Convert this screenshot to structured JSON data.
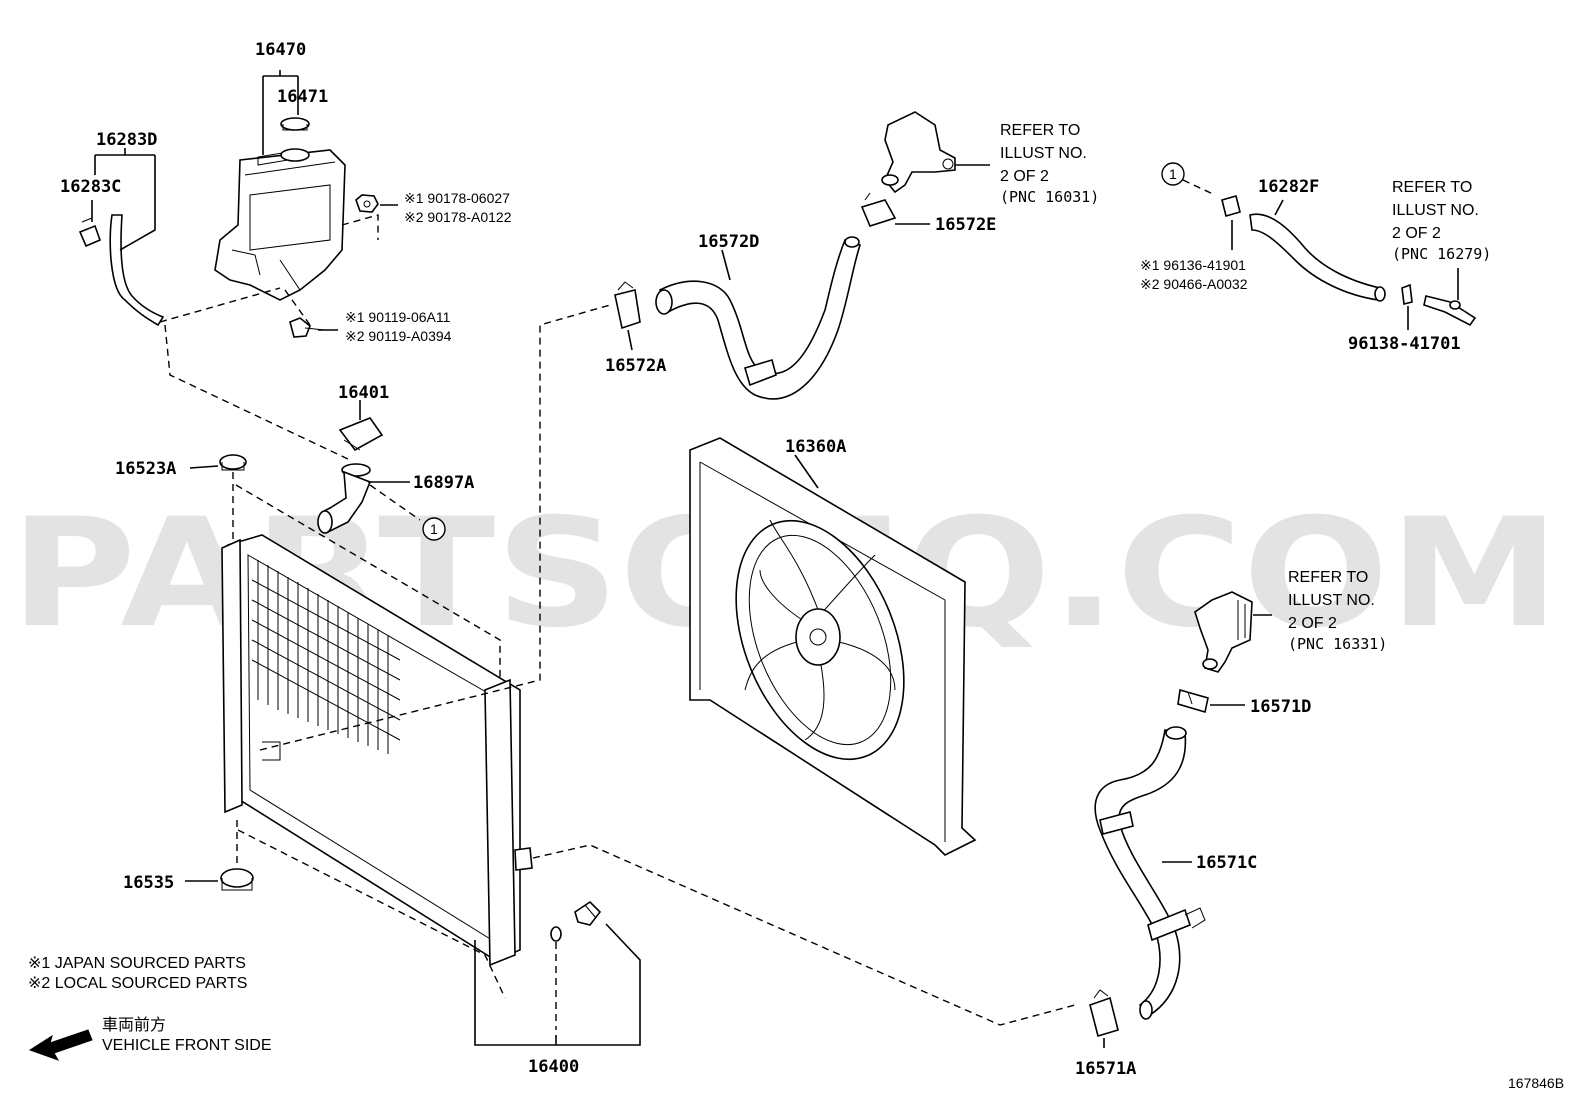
{
  "watermark": "PARTSOUQ.COM",
  "figure_code": "167846B",
  "part_numbers": {
    "p16470": "16470",
    "p16471": "16471",
    "p16283D": "16283D",
    "p16283C": "16283C",
    "p16572D": "16572D",
    "p16572E": "16572E",
    "p16572A": "16572A",
    "p16282F": "16282F",
    "p96138": "96138-41701",
    "p16401": "16401",
    "p16897A": "16897A",
    "p16523A": "16523A",
    "p16360A": "16360A",
    "p16571D": "16571D",
    "p16571C": "16571C",
    "p16535": "16535",
    "p16400": "16400",
    "p16571A": "16571A"
  },
  "alt_parts": {
    "a1_line1": "※1 90178-06027",
    "a1_line2": "※2 90178-A0122",
    "a2_line1": "※1 90119-06A11",
    "a2_line2": "※2 90119-A0394",
    "a3_line1": "※1 96136-41901",
    "a3_line2": "※2 90466-A0032"
  },
  "refer_notes": {
    "r1": {
      "l1": "REFER TO",
      "l2": "ILLUST NO.",
      "l3": "2 OF 2",
      "l4": "(PNC 16031)"
    },
    "r2": {
      "l1": "REFER TO",
      "l2": "ILLUST NO.",
      "l3": "2 OF 2",
      "l4": "(PNC 16279)"
    },
    "r3": {
      "l1": "REFER TO",
      "l2": "ILLUST NO.",
      "l3": "2 OF 2",
      "l4": "(PNC 16331)"
    }
  },
  "reference_marker": "1",
  "legend": {
    "item1": "※1  JAPAN SOURCED PARTS",
    "item2": "※2  LOCAL SOURCED PARTS"
  },
  "direction": {
    "jp": "車両前方",
    "en": "VEHICLE FRONT SIDE"
  }
}
